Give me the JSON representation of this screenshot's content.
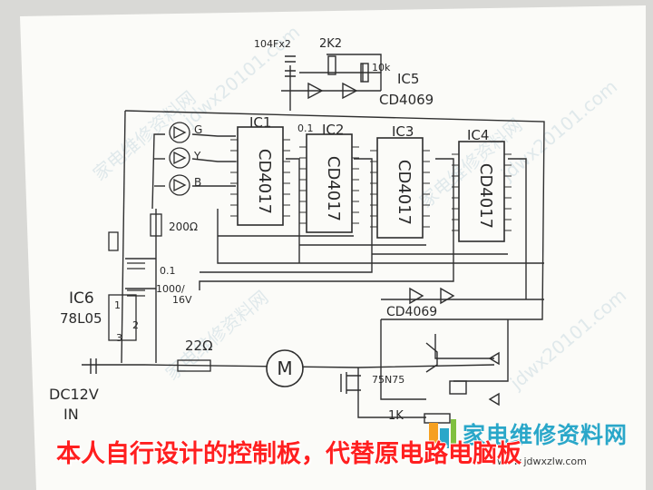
{
  "caption": "本人自行设计的控制板，代替原电路电脑板",
  "logo": {
    "text": "家电维修资料网",
    "url": "www.jdwxzlw.com"
  },
  "watermark": {
    "text_cn": "家电维修资料网",
    "text_url": "jdwx20101.com"
  },
  "labels": {
    "ic1": "IC1",
    "ic2": "IC2",
    "ic3": "IC3",
    "ic4": "IC4",
    "ic5": "IC5",
    "ic5_part": "CD4069",
    "ic6": "IC6",
    "ic6_part": "78L05",
    "chip_part": "CD4017",
    "cap_top": "104Fx2",
    "res_2k2": "2K2",
    "res_10k": "10k",
    "cap_01": "0.1",
    "cap_01b": "0.1",
    "res_200": "200Ω",
    "cap_1000": "1000/",
    "cap_1000v": "16V",
    "res_22": "22Ω",
    "motor": "M",
    "mosfet": "75N75",
    "res_1k": "1K",
    "inv_bottom": "CD4069",
    "dc_in": "DC12V",
    "dc_in2": "IN",
    "led_g": "G",
    "led_y": "Y",
    "led_b": "B",
    "pin_2": "2",
    "pin_3": "3",
    "pin_1": "1"
  }
}
